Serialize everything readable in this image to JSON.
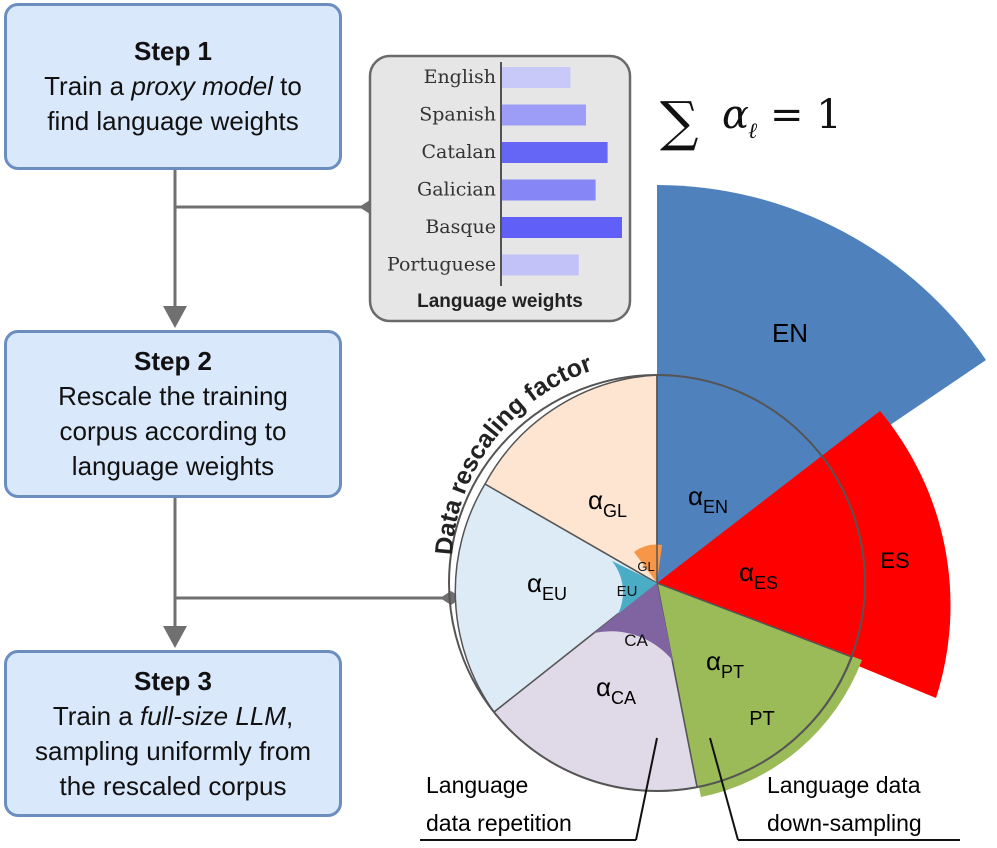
{
  "steps": [
    {
      "title": "Step 1",
      "pre": "Train a ",
      "em": "proxy model",
      "post": " to",
      "line2": "find language weights"
    },
    {
      "title": "Step 2",
      "line1": "Rescale the training",
      "line2": "corpus according to",
      "line3": "language weights"
    },
    {
      "title": "Step 3",
      "pre": "Train a ",
      "em": "full-size LLM",
      "post": ",",
      "line2": "sampling uniformly from",
      "line3": "the rescaled corpus"
    }
  ],
  "weights_panel": {
    "caption": "Language weights",
    "languages": [
      "English",
      "Spanish",
      "Catalan",
      "Galician",
      "Basque",
      "Portuguese"
    ],
    "weights": [
      0.57,
      0.7,
      0.88,
      0.78,
      1.0,
      0.64
    ],
    "bar_colors": [
      "#c9c9f9",
      "#9d9df8",
      "#6666f6",
      "#8686f7",
      "#6060f8",
      "#c2c2f8"
    ]
  },
  "formula": {
    "prefix": "∑",
    "alpha": "α",
    "sub": "ℓ",
    "suffix": " = 1"
  },
  "polar": {
    "arc_label": "Data rescaling factor",
    "sectors": [
      {
        "code": "EN",
        "alpha": "α",
        "sub": "EN",
        "color": "#4f81bd"
      },
      {
        "code": "ES",
        "alpha": "α",
        "sub": "ES",
        "color": "#ff0000"
      },
      {
        "code": "PT",
        "alpha": "α",
        "sub": "PT",
        "color": "#9bbb59"
      },
      {
        "code": "CA",
        "alpha": "α",
        "sub": "CA",
        "color": "#e0d9e8",
        "inner_color": "#8064a2"
      },
      {
        "code": "EU",
        "alpha": "α",
        "sub": "EU",
        "color": "#dcebf5",
        "inner_color": "#4bacc6"
      },
      {
        "code": "GL",
        "alpha": "α",
        "sub": "GL",
        "color": "#fde5d2",
        "inner_color": "#f79646"
      }
    ]
  },
  "annotations": {
    "repetition": [
      "Language",
      "data repetition"
    ],
    "downsampling": [
      "Language data",
      "down-sampling"
    ]
  }
}
